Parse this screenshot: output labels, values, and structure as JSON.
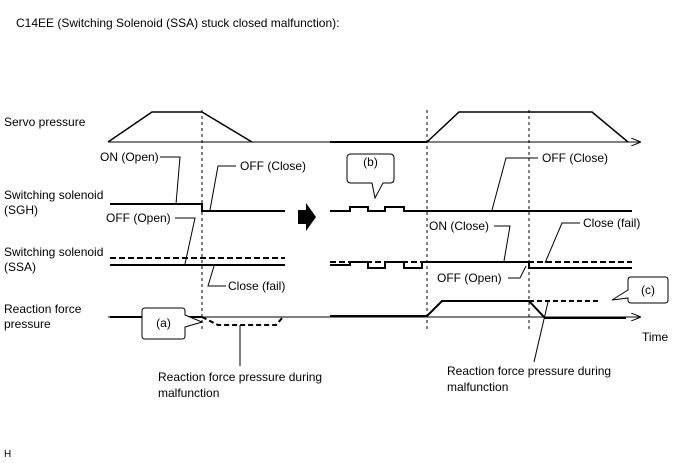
{
  "title": "C14EE (Switching Solenoid (SSA) stuck closed malfunction):",
  "rows": {
    "servo": "Servo pressure",
    "sgh_line1": "Switching solenoid",
    "sgh_line2": "(SGH)",
    "ssa_line1": "Switching solenoid",
    "ssa_line2": "(SSA)",
    "reaction_line1": "Reaction force",
    "reaction_line2": "pressure"
  },
  "labels": {
    "on_open": "ON (Open)",
    "off_close_left": "OFF (Close)",
    "off_open_left": "OFF (Open)",
    "close_fail_left": "Close (fail)",
    "off_close_right": "OFF (Close)",
    "on_close_right": "ON (Close)",
    "close_fail_right": "Close (fail)",
    "off_open_right": "OFF (Open)",
    "time": "Time",
    "reaction_malfunction_left_line1": "Reaction force pressure during",
    "reaction_malfunction_left_line2": "malfunction",
    "reaction_malfunction_right_line1": "Reaction force pressure during",
    "reaction_malfunction_right_line2": "malfunction"
  },
  "callouts": {
    "a": "(a)",
    "b": "(b)",
    "c": "(c)"
  },
  "footer": "H"
}
